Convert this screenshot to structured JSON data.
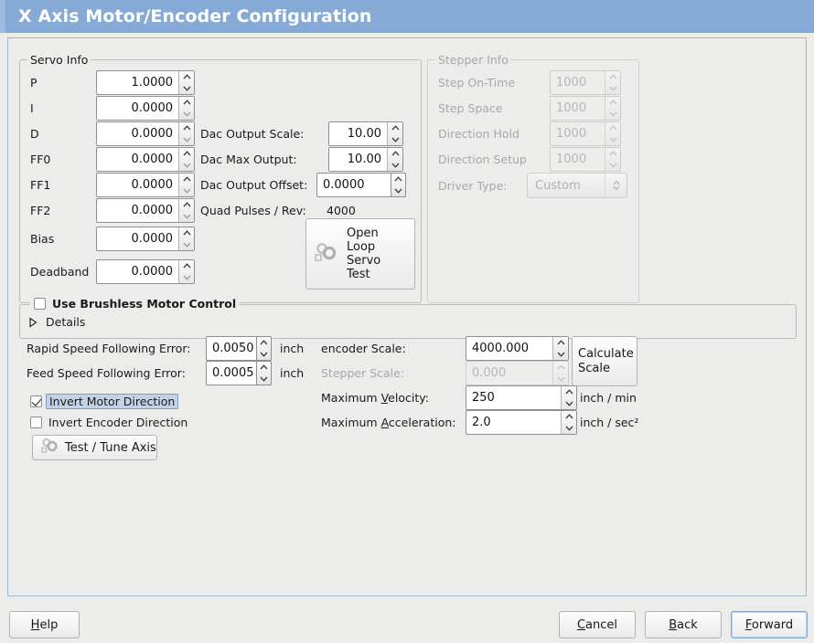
{
  "window": {
    "title": "X Axis Motor/Encoder Configuration",
    "accent": "#86aad6"
  },
  "servo": {
    "legend": "Servo Info",
    "rows": [
      {
        "label": "P",
        "value": "1.0000"
      },
      {
        "label": "I",
        "value": "0.0000"
      },
      {
        "label": "D",
        "value": "0.0000"
      },
      {
        "label": "FF0",
        "value": "0.0000"
      },
      {
        "label": "FF1",
        "value": "0.0000"
      },
      {
        "label": "FF2",
        "value": "0.0000"
      },
      {
        "label": "Bias",
        "value": "0.0000"
      },
      {
        "label": "Deadband",
        "value": "0.0000"
      }
    ],
    "dac": [
      {
        "label": "Dac Output Scale:",
        "value": "10.00"
      },
      {
        "label": "Dac Max Output:",
        "value": "10.00"
      },
      {
        "label": "Dac Output Offset:",
        "value": "0.0000"
      }
    ],
    "quad_pulses_label": "Quad Pulses / Rev:",
    "quad_pulses_value": "4000",
    "open_loop_button": "Open\nLoop\nServo\nTest",
    "open_loop_lines": [
      "Open",
      "Loop",
      "Servo",
      "Test"
    ]
  },
  "stepper": {
    "legend": "Stepper Info",
    "disabled": true,
    "rows": [
      {
        "label": "Step On-Time",
        "value": "1000"
      },
      {
        "label": "Step Space",
        "value": "1000"
      },
      {
        "label": "Direction Hold",
        "value": "1000"
      },
      {
        "label": "Direction Setup",
        "value": "1000"
      }
    ],
    "driver_type_label": "Driver Type:",
    "driver_type_value": "Custom"
  },
  "brushless": {
    "legend": "Use Brushless Motor Control",
    "checked": false,
    "details_label": "Details",
    "details_expanded": false
  },
  "tuning": {
    "rapid_label": "Rapid Speed Following Error:",
    "rapid_value": "0.0050",
    "rapid_unit": "inch",
    "feed_label": "Feed Speed Following Error:",
    "feed_value": "0.0005",
    "feed_unit": "inch",
    "invert_motor_label": "Invert Motor Direction",
    "invert_motor_checked": true,
    "invert_encoder_label": "Invert Encoder Direction",
    "invert_encoder_checked": false,
    "test_tune_label": "Test / Tune Axis"
  },
  "scales": {
    "encoder_label": "encoder Scale:",
    "encoder_value": "4000.000",
    "stepper_label": "Stepper Scale:",
    "stepper_value": "0.000",
    "stepper_disabled": true,
    "calculate_lines": [
      "Calculate",
      "Scale"
    ],
    "max_velocity_label_pre": "Maximum ",
    "max_velocity_label_key": "V",
    "max_velocity_label_post": "elocity:",
    "max_velocity_value": "250",
    "max_velocity_unit": "inch / min",
    "max_accel_label_pre": "Maximum ",
    "max_accel_label_key": "A",
    "max_accel_label_post": "cceleration:",
    "max_accel_value": "2.0",
    "max_accel_unit": "inch / sec²"
  },
  "footer": {
    "help_pre": "H",
    "help_post": "elp",
    "cancel_pre": "C",
    "cancel_post": "ancel",
    "back_pre": "B",
    "back_post": "ack",
    "forward_pre": "F",
    "forward_post": "orward"
  }
}
